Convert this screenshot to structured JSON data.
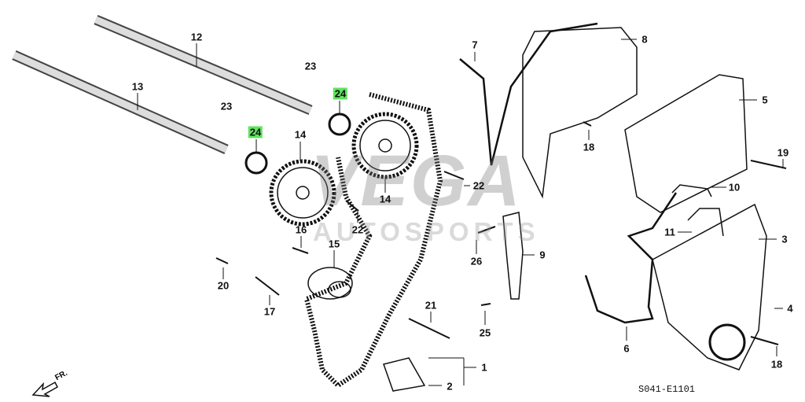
{
  "diagram": {
    "code": "S041-E1101",
    "front_marker": "FR.",
    "watermark": {
      "line1": "VEGA",
      "line2": "AUTOSPORTS"
    },
    "highlight_color": "#5fe35f",
    "callouts": [
      {
        "id": "c12",
        "text": "12"
      },
      {
        "id": "c13",
        "text": "13"
      },
      {
        "id": "c23a",
        "text": "23"
      },
      {
        "id": "c23b",
        "text": "23"
      },
      {
        "id": "c24a",
        "text": "24",
        "highlighted": true
      },
      {
        "id": "c24b",
        "text": "24",
        "highlighted": true
      },
      {
        "id": "c14a",
        "text": "14"
      },
      {
        "id": "c14b",
        "text": "14"
      },
      {
        "id": "c22a",
        "text": "22"
      },
      {
        "id": "c22b",
        "text": "22"
      },
      {
        "id": "c16",
        "text": "16"
      },
      {
        "id": "c15",
        "text": "15"
      },
      {
        "id": "c20",
        "text": "20"
      },
      {
        "id": "c17",
        "text": "17"
      },
      {
        "id": "c21",
        "text": "21"
      },
      {
        "id": "c1",
        "text": "1"
      },
      {
        "id": "c2",
        "text": "2"
      },
      {
        "id": "c7",
        "text": "7"
      },
      {
        "id": "c8",
        "text": "8"
      },
      {
        "id": "c5",
        "text": "5"
      },
      {
        "id": "c18a",
        "text": "18"
      },
      {
        "id": "c19",
        "text": "19"
      },
      {
        "id": "c10",
        "text": "10"
      },
      {
        "id": "c11",
        "text": "11"
      },
      {
        "id": "c3",
        "text": "3"
      },
      {
        "id": "c9",
        "text": "9"
      },
      {
        "id": "c26",
        "text": "26"
      },
      {
        "id": "c25",
        "text": "25"
      },
      {
        "id": "c4",
        "text": "4"
      },
      {
        "id": "c6",
        "text": "6"
      },
      {
        "id": "c18b",
        "text": "18"
      }
    ]
  }
}
